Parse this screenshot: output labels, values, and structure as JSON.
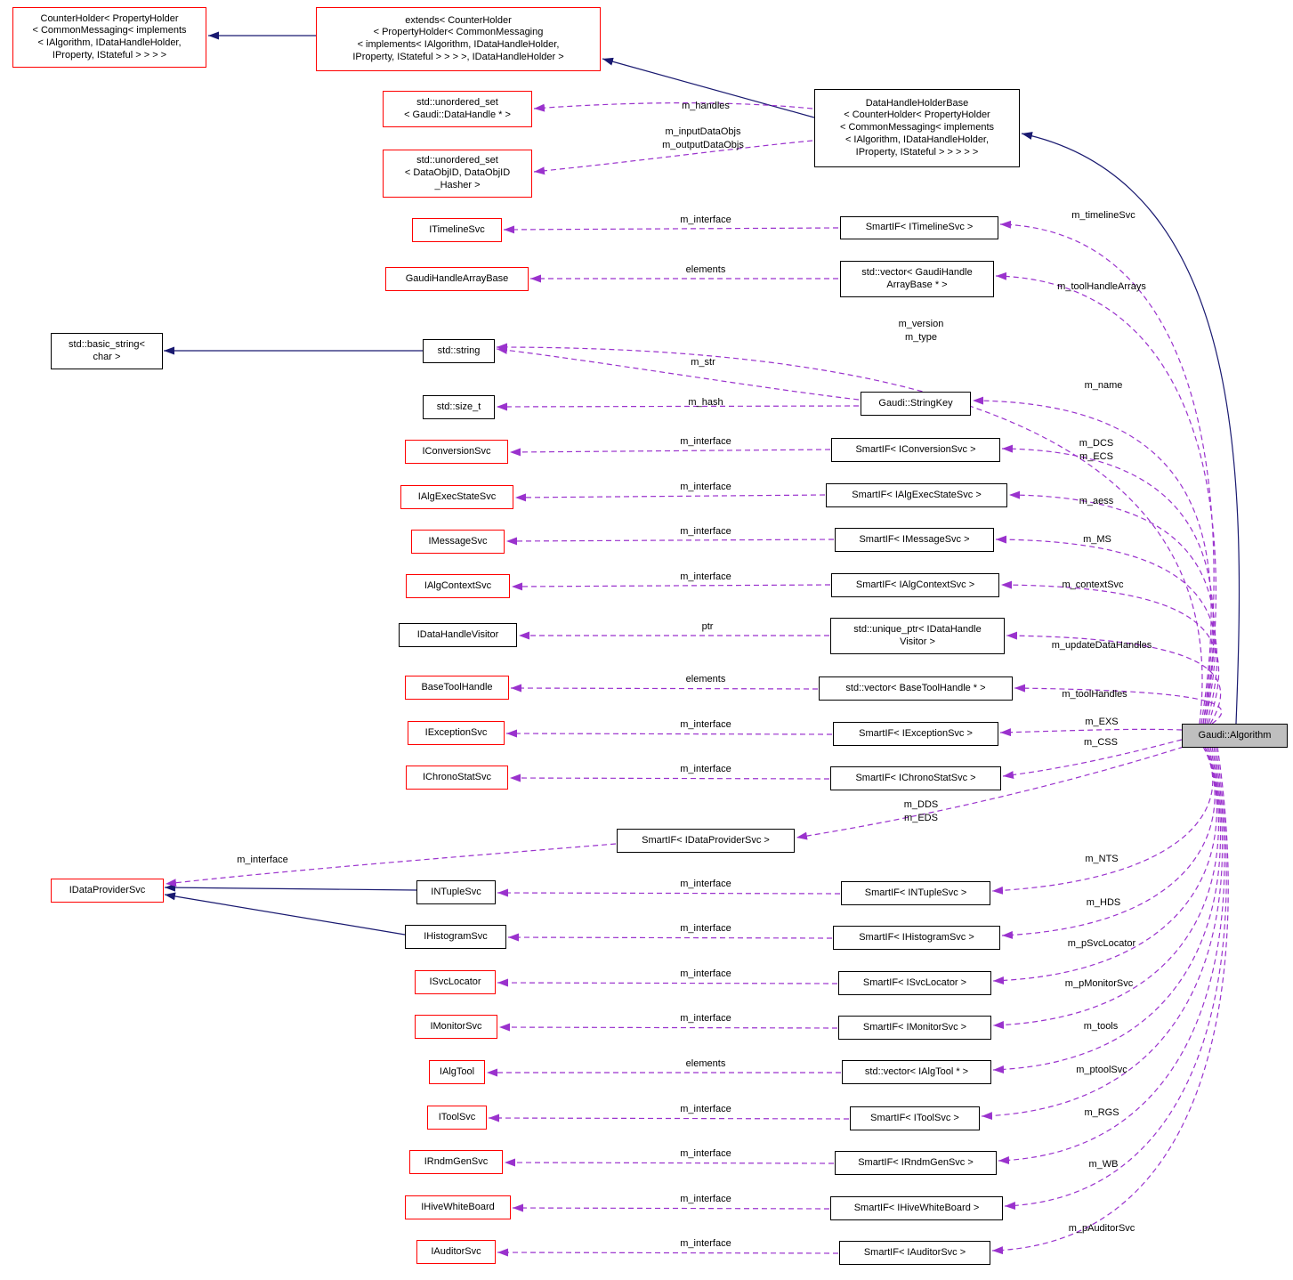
{
  "colors": {
    "inheritance_edge": "#191970",
    "usage_edge": "#9a32cd",
    "node_border_red": "#ff0000",
    "node_border_black": "#000000",
    "current_node_fill": "#bfbfbf"
  },
  "nodes": {
    "counter_holder": {
      "label": "CounterHolder< PropertyHolder\n< CommonMessaging< implements\n< IAlgorithm, IDataHandleHolder,\nIProperty, IStateful > > > >"
    },
    "extends_node": {
      "label": "extends< CounterHolder\n< PropertyHolder< CommonMessaging\n< implements< IAlgorithm, IDataHandleHolder,\nIProperty, IStateful > > > >, IDataHandleHolder >"
    },
    "data_handle_holder_base": {
      "label": "DataHandleHolderBase\n< CounterHolder< PropertyHolder\n< CommonMessaging< implements\n< IAlgorithm, IDataHandleHolder,\nIProperty, IStateful > > > > >"
    },
    "unordered_set_datahandle": {
      "label": "std::unordered_set\n< Gaudi::DataHandle * >"
    },
    "unordered_set_dataobjid": {
      "label": "std::unordered_set\n< DataObjID, DataObjID\n_Hasher >"
    },
    "itimelinesvc": {
      "label": "ITimelineSvc"
    },
    "smartif_itimelinesvc": {
      "label": "SmartIF< ITimelineSvc >"
    },
    "gaudihandlearraybase": {
      "label": "GaudiHandleArrayBase"
    },
    "vector_gaudihandlearraybase": {
      "label": "std::vector< GaudiHandle\nArrayBase * >"
    },
    "basic_string": {
      "label": "std::basic_string<\nchar >"
    },
    "std_string": {
      "label": "std::string"
    },
    "std_size_t": {
      "label": "std::size_t"
    },
    "stringkey": {
      "label": "Gaudi::StringKey"
    },
    "iconversionsvc": {
      "label": "IConversionSvc"
    },
    "smartif_iconversionsvc": {
      "label": "SmartIF< IConversionSvc >"
    },
    "ialgexecstatesvc": {
      "label": "IAlgExecStateSvc"
    },
    "smartif_ialgexecstatesvc": {
      "label": "SmartIF< IAlgExecStateSvc >"
    },
    "imessagesvc": {
      "label": "IMessageSvc"
    },
    "smartif_imessagesvc": {
      "label": "SmartIF< IMessageSvc >"
    },
    "ialgcontextsvc": {
      "label": "IAlgContextSvc"
    },
    "smartif_ialgcontextsvc": {
      "label": "SmartIF< IAlgContextSvc >"
    },
    "idatahandlevisitor": {
      "label": "IDataHandleVisitor"
    },
    "unique_ptr_visitor": {
      "label": "std::unique_ptr< IDataHandle\nVisitor >"
    },
    "basetoolhandle": {
      "label": "BaseToolHandle"
    },
    "vector_basetoolhandle": {
      "label": "std::vector< BaseToolHandle * >"
    },
    "iexceptionsvc": {
      "label": "IExceptionSvc"
    },
    "smartif_iexceptionsvc": {
      "label": "SmartIF< IExceptionSvc >"
    },
    "ichronostatsvc": {
      "label": "IChronoStatSvc"
    },
    "smartif_ichronostatsvc": {
      "label": "SmartIF< IChronoStatSvc >"
    },
    "smartif_idataprovidersvc": {
      "label": "SmartIF< IDataProviderSvc >"
    },
    "idataprovidersvc": {
      "label": "IDataProviderSvc"
    },
    "intuplesvc": {
      "label": "INTupleSvc"
    },
    "smartif_intuplesvc": {
      "label": "SmartIF< INTupleSvc >"
    },
    "ihistogramsvc": {
      "label": "IHistogramSvc"
    },
    "smartif_ihistogramsvc": {
      "label": "SmartIF< IHistogramSvc >"
    },
    "isvclocator": {
      "label": "ISvcLocator"
    },
    "smartif_isvclocator": {
      "label": "SmartIF< ISvcLocator >"
    },
    "imonitorsvc": {
      "label": "IMonitorSvc"
    },
    "smartif_imonitorsvc": {
      "label": "SmartIF< IMonitorSvc >"
    },
    "ialgtool": {
      "label": "IAlgTool"
    },
    "vector_ialgtool": {
      "label": "std::vector< IAlgTool * >"
    },
    "itoolsvc": {
      "label": "IToolSvc"
    },
    "smartif_itoolsvc": {
      "label": "SmartIF< IToolSvc >"
    },
    "irndmgensvc": {
      "label": "IRndmGenSvc"
    },
    "smartif_irndmgensvc": {
      "label": "SmartIF< IRndmGenSvc >"
    },
    "ihivewhiteboard": {
      "label": "IHiveWhiteBoard"
    },
    "smartif_ihivewhiteboard": {
      "label": "SmartIF< IHiveWhiteBoard >"
    },
    "iauditorsvc": {
      "label": "IAuditorSvc"
    },
    "smartif_iauditorsvc": {
      "label": "SmartIF< IAuditorSvc >"
    },
    "gaudi_algorithm": {
      "label": "Gaudi::Algorithm"
    }
  },
  "labels": {
    "m_handles": "m_handles",
    "m_input_output": "m_inputDataObjs\nm_outputDataObjs",
    "m_interface": "m_interface",
    "elements": "elements",
    "ptr": "ptr",
    "m_str": "m_str",
    "m_hash": "m_hash",
    "m_timelineSvc": "m_timelineSvc",
    "m_toolHandleArrays": "m_toolHandleArrays",
    "m_version_type": "m_version\nm_type",
    "m_name": "m_name",
    "m_DCS_ECS": "m_DCS\nm_ECS",
    "m_aess": "m_aess",
    "m_MS": "m_MS",
    "m_contextSvc": "m_contextSvc",
    "m_updateDataHandles": "m_updateDataHandles",
    "m_toolHandles": "m_toolHandles",
    "m_EXS": "m_EXS",
    "m_CSS": "m_CSS",
    "m_DDS_EDS": "m_DDS\nm_EDS",
    "m_NTS": "m_NTS",
    "m_HDS": "m_HDS",
    "m_pSvcLocator": "m_pSvcLocator",
    "m_pMonitorSvc": "m_pMonitorSvc",
    "m_tools": "m_tools",
    "m_ptoolSvc": "m_ptoolSvc",
    "m_RGS": "m_RGS",
    "m_WB": "m_WB",
    "m_pAuditorSvc": "m_pAuditorSvc"
  }
}
